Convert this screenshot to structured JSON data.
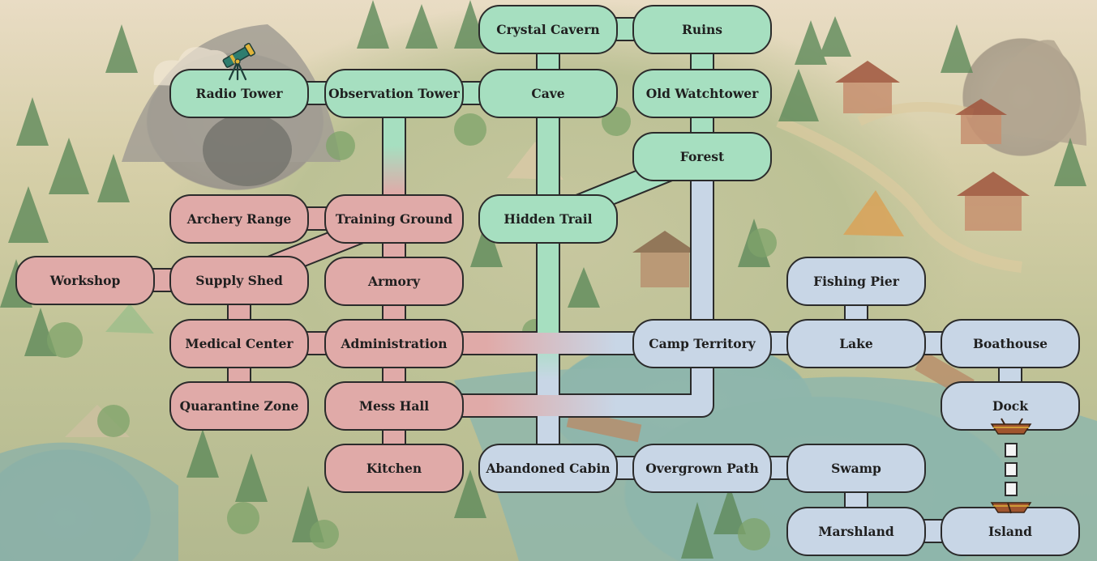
{
  "colors": {
    "green": "#a6dfc0",
    "red": "#e0aaa8",
    "blue": "#c8d6e6"
  },
  "icons": {
    "telescope": "telescope-icon",
    "boat": "boat-icon"
  },
  "locations": {
    "crystal_cavern": "Crystal Cavern",
    "ruins": "Ruins",
    "radio_tower": "Radio Tower",
    "observation_tower": "Observation Tower",
    "cave": "Cave",
    "old_watchtower": "Old Watchtower",
    "forest": "Forest",
    "archery_range": "Archery Range",
    "training_ground": "Training Ground",
    "hidden_trail": "Hidden Trail",
    "workshop": "Workshop",
    "supply_shed": "Supply Shed",
    "armory": "Armory",
    "fishing_pier": "Fishing Pier",
    "medical_center": "Medical Center",
    "administration": "Administration",
    "camp_territory": "Camp Territory",
    "lake": "Lake",
    "boathouse": "Boathouse",
    "quarantine_zone": "Quarantine Zone",
    "mess_hall": "Mess Hall",
    "dock": "Dock",
    "kitchen": "Kitchen",
    "abandoned_cabin": "Abandoned Cabin",
    "overgrown_path": "Overgrown Path",
    "swamp": "Swamp",
    "marshland": "Marshland",
    "island": "Island"
  }
}
